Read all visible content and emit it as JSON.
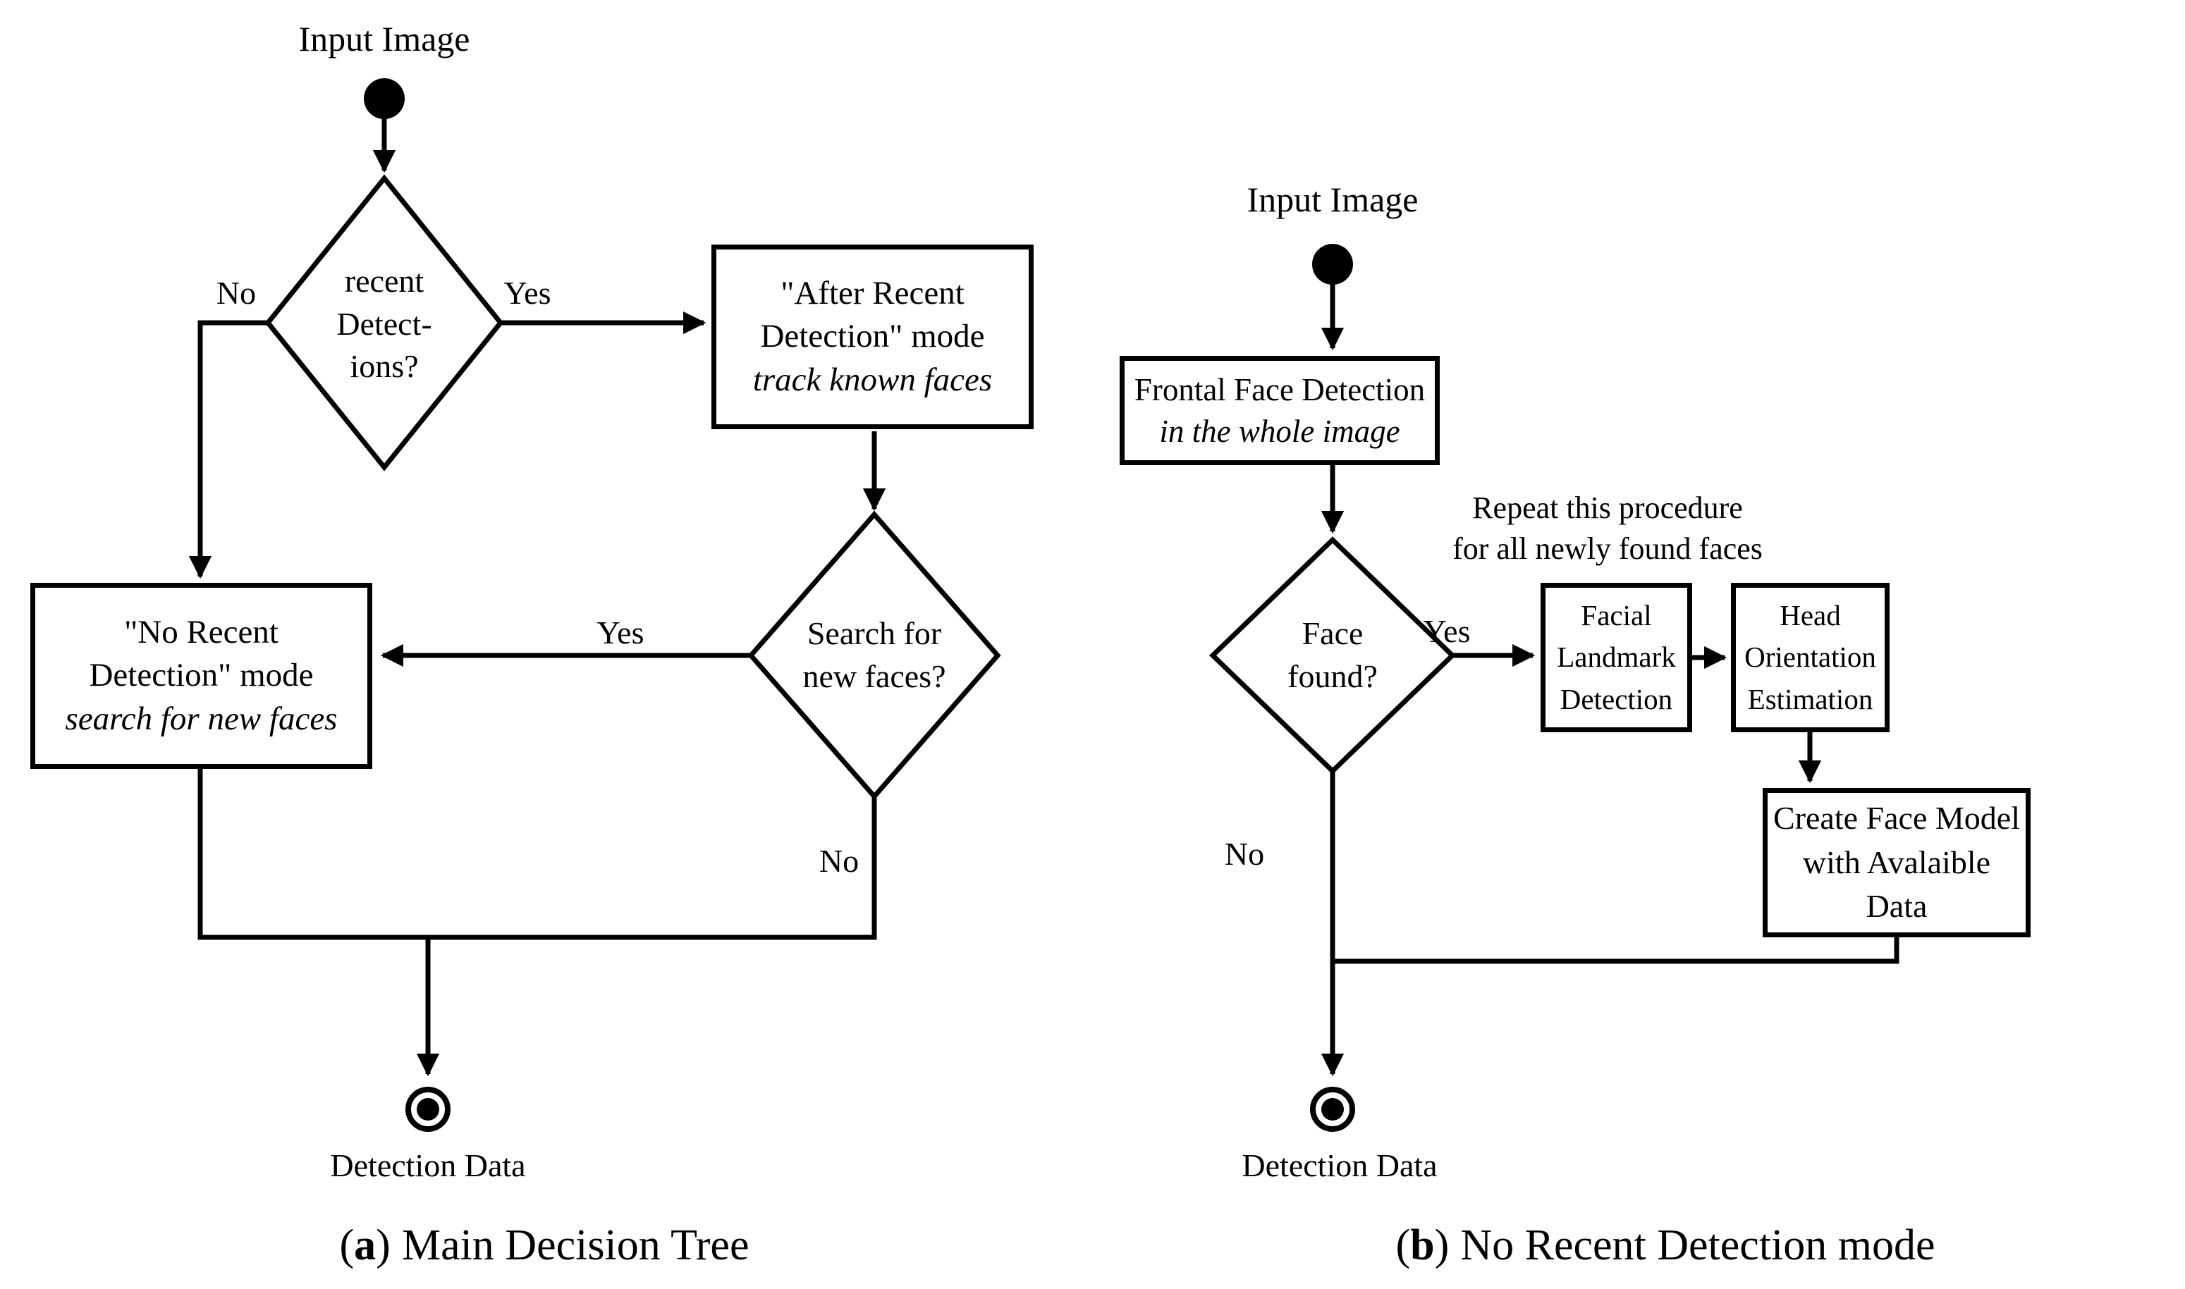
{
  "colors": {
    "ink": "#000000",
    "paper": "#ffffff"
  },
  "diagram_a": {
    "input_label": "Input Image",
    "decision_recent": {
      "l1": "recent",
      "l2": "Detect-",
      "l3": "ions?"
    },
    "edge_no": "No",
    "edge_yes": "Yes",
    "box_after_recent": {
      "l1": "\"After Recent",
      "l2": "Detection\" mode",
      "l3": "track known faces"
    },
    "box_no_recent": {
      "l1": "\"No Recent",
      "l2": "Detection\" mode",
      "l3": "search for new faces"
    },
    "decision_search": {
      "l1": "Search for",
      "l2": "new faces?"
    },
    "edge_yes2": "Yes",
    "edge_no2": "No",
    "end_label": "Detection Data",
    "caption": {
      "open": "(",
      "letter": "a",
      "close": ")",
      "title": "Main Decision Tree"
    }
  },
  "diagram_b": {
    "input_label": "Input Image",
    "box_frontal": {
      "l1": "Frontal Face Detection",
      "l2": "in the whole image"
    },
    "note": {
      "l1": "Repeat this procedure",
      "l2": "for all newly found faces"
    },
    "decision_face": {
      "l1": "Face",
      "l2": "found?"
    },
    "edge_yes": "Yes",
    "edge_no": "No",
    "box_landmark": {
      "l1": "Facial",
      "l2": "Landmark",
      "l3": "Detection"
    },
    "box_head": {
      "l1": "Head",
      "l2": "Orientation",
      "l3": "Estimation"
    },
    "box_model": {
      "l1": "Create Face Model",
      "l2": "with Avalaible",
      "l3": "Data"
    },
    "end_label": "Detection Data",
    "caption": {
      "open": "(",
      "letter": "b",
      "close": ")",
      "title": "No Recent Detection mode"
    }
  }
}
